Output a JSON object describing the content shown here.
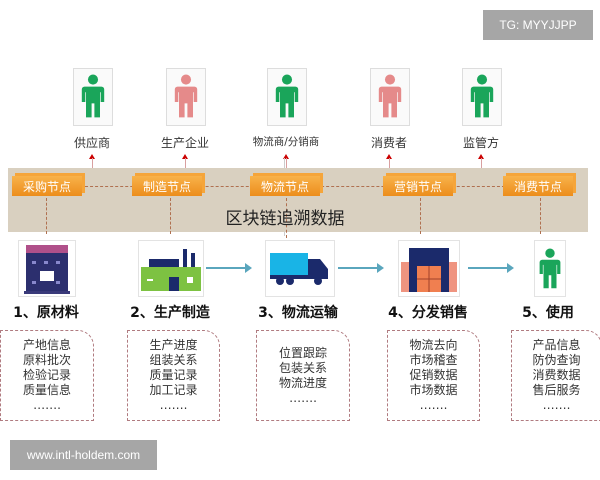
{
  "watermark_top": "TG: MYYJJPP",
  "watermark_bottom": "www.intl-holdem.com",
  "colors": {
    "green_person": "#1aa55a",
    "pink_person": "#e58a8a",
    "node_orange": "#f0962a",
    "band": "#d9d0c0",
    "arrow": "#5aa6bd"
  },
  "participants": [
    {
      "label": "供应商",
      "color": "green"
    },
    {
      "label": "生产企业",
      "color": "pink"
    },
    {
      "label": "物流商/分销商",
      "color": "green"
    },
    {
      "label": "消费者",
      "color": "pink"
    },
    {
      "label": "监管方",
      "color": "green"
    }
  ],
  "band_title": "区块链追溯数据",
  "nodes": [
    "采购节点",
    "制造节点",
    "物流节点",
    "营销节点",
    "消费节点"
  ],
  "stages": [
    {
      "label": "1、原材料",
      "icon": "pallet-boxes-icon",
      "items": [
        "产地信息",
        "原料批次",
        "检验记录",
        "质量信息",
        "……."
      ]
    },
    {
      "label": "2、生产制造",
      "icon": "factory-icon",
      "items": [
        "生产进度",
        "组装关系",
        "质量记录",
        "加工记录",
        "……."
      ]
    },
    {
      "label": "3、物流运输",
      "icon": "truck-icon",
      "items": [
        "位置跟踪",
        "包装关系",
        "物流进度",
        "……."
      ]
    },
    {
      "label": "4、分发销售",
      "icon": "warehouse-icon",
      "items": [
        "物流去向",
        "市场稽查",
        "促销数据",
        "市场数据",
        "……."
      ]
    },
    {
      "label": "5、使用",
      "icon": "person-icon",
      "items": [
        "产品信息",
        "防伪查询",
        "消费数据",
        "售后服务",
        "……."
      ]
    }
  ]
}
